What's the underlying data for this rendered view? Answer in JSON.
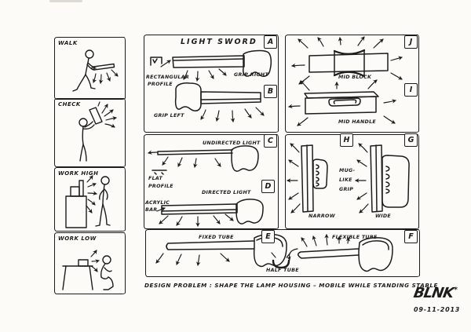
{
  "colors": {
    "ink": "#1c1c1c",
    "paper": "#fcfbf7"
  },
  "scenarios": {
    "walk": {
      "label": "WALK"
    },
    "check": {
      "label": "CHECK"
    },
    "work_high": {
      "label": "WORK HIGH"
    },
    "work_low": {
      "label": "WORK LOW"
    }
  },
  "sword": {
    "title": "LIGHT SWORD",
    "a": {
      "letter": "A",
      "profile_line1": "RECTANGULAR",
      "profile_line2": "PROFILE",
      "grip": "GRIP RIGHT"
    },
    "b": {
      "letter": "B",
      "grip": "GRIP LEFT"
    }
  },
  "light": {
    "c": {
      "letter": "C",
      "label": "UNDIRECTED LIGHT",
      "profile_line1": "FLAT",
      "profile_line2": "PROFILE"
    },
    "d": {
      "letter": "D",
      "label": "DIRECTED LIGHT",
      "bar_line1": "ACRYLIC",
      "bar_line2": "BAR"
    }
  },
  "tube": {
    "e": {
      "letter": "E",
      "label": "FIXED TUBE",
      "half": "HALF TUBE"
    },
    "f": {
      "letter": "F",
      "label": "FLEXIBLE TUBE"
    }
  },
  "carry": {
    "j": {
      "letter": "J",
      "label": "MID BLOCK"
    },
    "i": {
      "letter": "I",
      "label": "MID HANDLE"
    },
    "h": {
      "letter": "H",
      "label": "NARROW"
    },
    "g": {
      "letter": "G",
      "label": "WIDE"
    },
    "shared_line1": "MUG-",
    "shared_line2": "LIKE",
    "shared_line3": "GRIP"
  },
  "footer": {
    "design_problem": "DESIGN PROBLEM : SHAPE THE LAMP HOUSING  –  MOBILE WHILE STANDING STABLE",
    "signature": "BLNK",
    "signature_mark": "*",
    "date": "09-11-2013"
  }
}
